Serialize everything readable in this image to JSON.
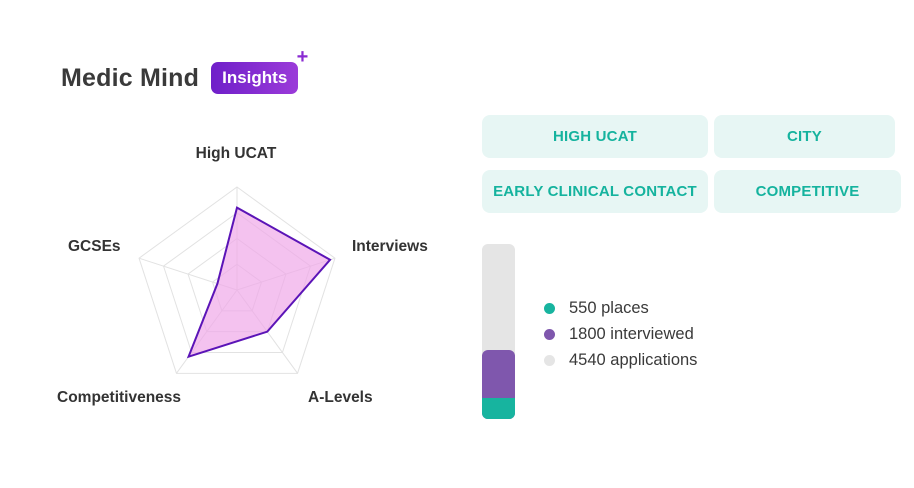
{
  "brand": {
    "name": "Medic Mind",
    "badge": "Insights",
    "badge_plus": "+"
  },
  "radar": {
    "axes": [
      "High UCAT",
      "Interviews",
      "A-Levels",
      "Competitiveness",
      "GCSEs"
    ],
    "values": [
      0.8,
      0.95,
      0.5,
      0.8,
      0.2
    ],
    "fill_color": "#f0a8e8",
    "stroke_color": "#5b14b7"
  },
  "tags": [
    "HIGH UCAT",
    "CITY",
    "EARLY CLINICAL CONTACT",
    "COMPETITIVE"
  ],
  "stats": [
    {
      "label": "550 places",
      "color": "#17b49f",
      "value": 550
    },
    {
      "label": "1800 interviewed",
      "color": "#7f57ad",
      "value": 1800
    },
    {
      "label": "4540 applications",
      "color": "#e5e5e5",
      "value": 4540
    }
  ]
}
